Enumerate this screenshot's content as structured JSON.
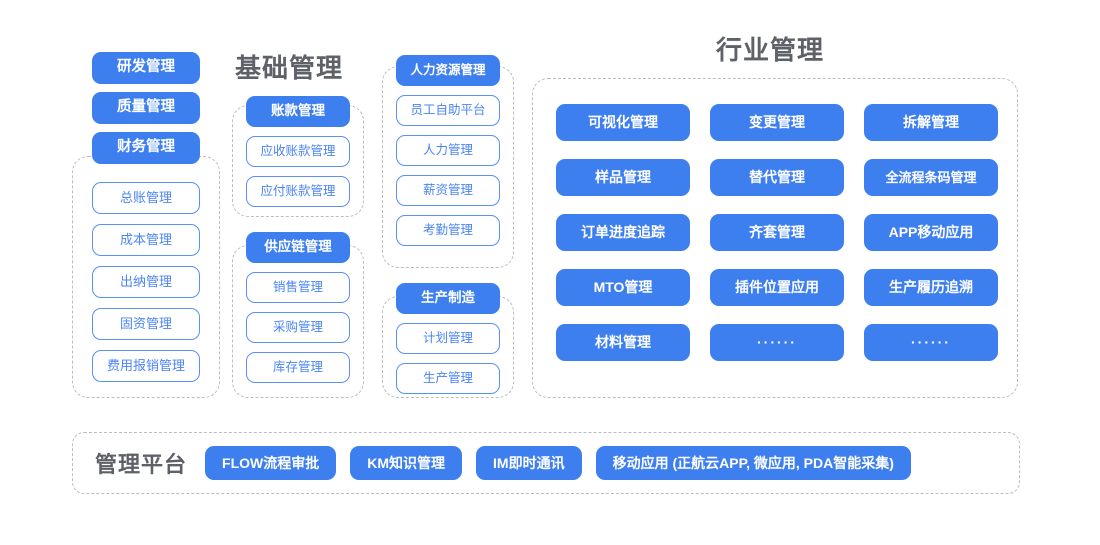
{
  "diagram": {
    "title_color": "#5f6168",
    "accent_color": "#3e7ff0",
    "outline_color": "#5a90f7",
    "dashed_color": "#b9bcc2"
  },
  "sections": {
    "basic": {
      "title": "基础管理"
    },
    "industry": {
      "title": "行业管理"
    }
  },
  "left_column": {
    "top_buttons": [
      {
        "label": "研发管理"
      },
      {
        "label": "质量管理"
      },
      {
        "label": "财务管理"
      }
    ],
    "finance_items": [
      {
        "label": "总账管理"
      },
      {
        "label": "成本管理"
      },
      {
        "label": "出纳管理"
      },
      {
        "label": "固资管理"
      },
      {
        "label": "费用报销管理"
      }
    ]
  },
  "basic_column": {
    "groups": [
      {
        "header": "账款管理",
        "items": [
          {
            "label": "应收账款管理"
          },
          {
            "label": "应付账款管理"
          }
        ]
      },
      {
        "header": "供应链管理",
        "items": [
          {
            "label": "销售管理"
          },
          {
            "label": "采购管理"
          },
          {
            "label": "库存管理"
          }
        ]
      }
    ]
  },
  "hr_column": {
    "groups": [
      {
        "header": "人力资源管理",
        "items": [
          {
            "label": "员工自助平台"
          },
          {
            "label": "人力管理"
          },
          {
            "label": "薪资管理"
          },
          {
            "label": "考勤管理"
          }
        ]
      },
      {
        "header": "生产制造",
        "items": [
          {
            "label": "计划管理"
          },
          {
            "label": "生产管理"
          }
        ]
      }
    ]
  },
  "industry_panel": {
    "items": [
      {
        "label": "可视化管理"
      },
      {
        "label": "变更管理"
      },
      {
        "label": "拆解管理"
      },
      {
        "label": "样品管理"
      },
      {
        "label": "替代管理"
      },
      {
        "label": "全流程条码管理"
      },
      {
        "label": "订单进度追踪"
      },
      {
        "label": "齐套管理"
      },
      {
        "label": "APP移动应用"
      },
      {
        "label": "MTO管理"
      },
      {
        "label": "插件位置应用"
      },
      {
        "label": "生产履历追溯"
      },
      {
        "label": "材料管理"
      },
      {
        "label": "······"
      },
      {
        "label": "······"
      }
    ]
  },
  "platform": {
    "title": "管理平台",
    "buttons": [
      {
        "label": "FLOW流程审批"
      },
      {
        "label": "KM知识管理"
      },
      {
        "label": "IM即时通讯"
      },
      {
        "label": "移动应用 (正航云APP, 微应用, PDA智能采集)"
      }
    ]
  }
}
